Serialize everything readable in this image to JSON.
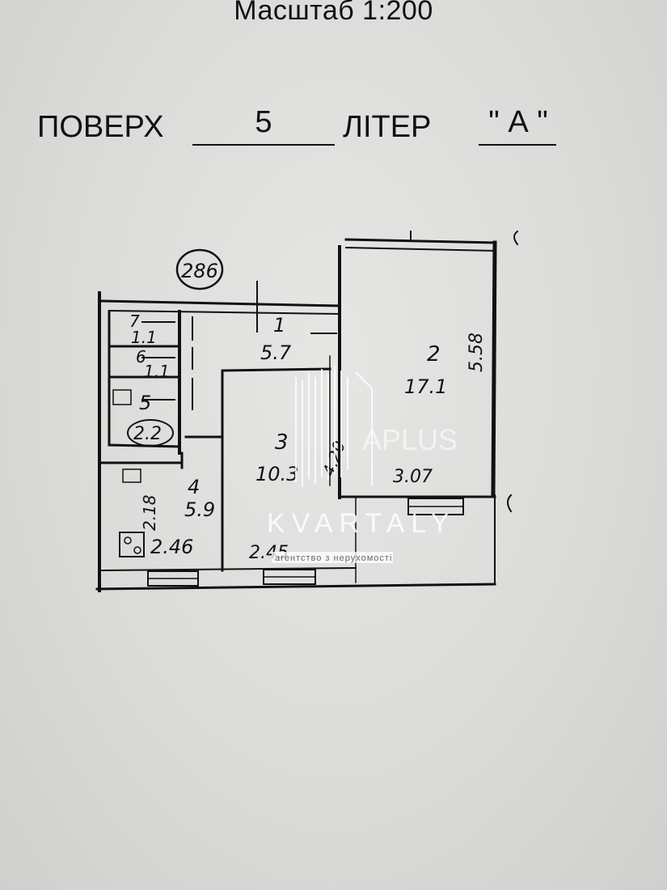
{
  "header": {
    "scale": "Масштаб 1:200",
    "floor_label": "ПОВЕРХ",
    "floor_value": "5",
    "letter_label": "ЛІТЕР",
    "letter_value": "\" А \""
  },
  "plan": {
    "apartment_number": "286",
    "rooms": [
      {
        "number": "1",
        "area": "5.7"
      },
      {
        "number": "2",
        "area": "17.1"
      },
      {
        "number": "3",
        "area": "10.3"
      },
      {
        "number": "4",
        "area": "5.9"
      },
      {
        "number": "5",
        "area": "2.2"
      },
      {
        "number": "6",
        "area": "1.1"
      },
      {
        "number": "7",
        "area": "1.1"
      }
    ],
    "dimensions": {
      "room2_side": "5.58",
      "room2_bottom": "3.07",
      "room3_side": "4.20",
      "room4_side": "2.18",
      "room4_bottom": "2.46",
      "room3_bottom": "2.45"
    }
  },
  "watermark": {
    "brand": "APLUS",
    "name": "KVARTALY",
    "tagline": "агентство з нерухомості"
  },
  "colors": {
    "paper": "#d9d9d7",
    "ink": "#111111"
  }
}
